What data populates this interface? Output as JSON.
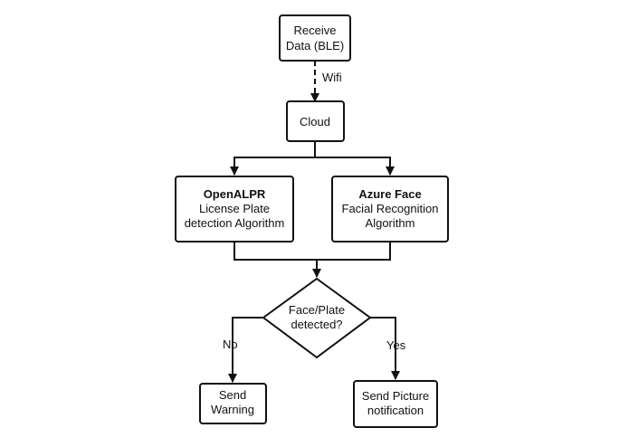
{
  "nodes": {
    "receive": {
      "line1": "Receive",
      "line2": "Data (BLE)"
    },
    "cloud": {
      "label": "Cloud"
    },
    "openalpr": {
      "title": "OpenALPR",
      "line2": "License Plate",
      "line3": "detection Algorithm"
    },
    "azure": {
      "title": "Azure Face",
      "line2": "Facial Recognition",
      "line3": "Algorithm"
    },
    "decision": {
      "line1": "Face/Plate",
      "line2": "detected?"
    },
    "warning": {
      "line1": "Send",
      "line2": "Warning"
    },
    "notify": {
      "line1": "Send Picture",
      "line2": "notification"
    }
  },
  "edges": {
    "wifi": "Wifi",
    "no": "No",
    "yes": "Yes"
  }
}
